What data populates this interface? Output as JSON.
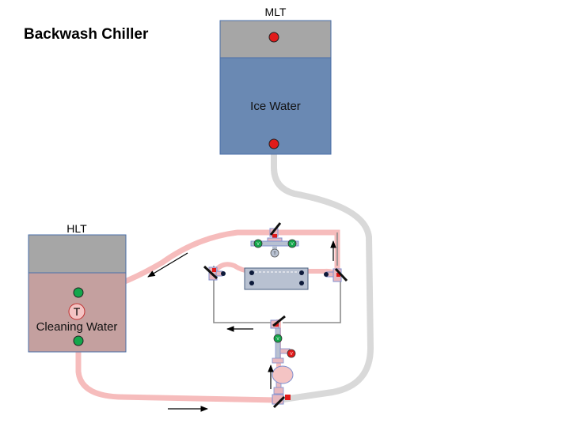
{
  "title": "Backwash Chiller",
  "mlt": {
    "label": "MLT",
    "content": "Ice Water",
    "colors": {
      "top": "#a6a6a6",
      "body": "#6a89b3",
      "border": "#4a6fa8"
    }
  },
  "hlt": {
    "label": "HLT",
    "content": "Cleaning Water",
    "sensor_label": "T",
    "colors": {
      "top": "#a6a6a6",
      "body": "#c4a09f",
      "border": "#4a6fa8"
    }
  },
  "manifold": {
    "sensor_label": "T",
    "valve_labels": [
      "V",
      "V",
      "V",
      "V"
    ]
  },
  "colors": {
    "hot_pipe": "#f6bcbc",
    "cold_pipe": "#d9d9d9",
    "gray_line": "#8c8c8c",
    "port_red": "#e11b1b",
    "port_green": "#13a64b",
    "fitting_fill": "#e8b8bf",
    "fitting_border": "#7f8fcf",
    "exchanger": "#b8c1d1",
    "pump_fill": "#f4c4c4",
    "valve_handle": "#111111",
    "arrow": "#000000"
  }
}
